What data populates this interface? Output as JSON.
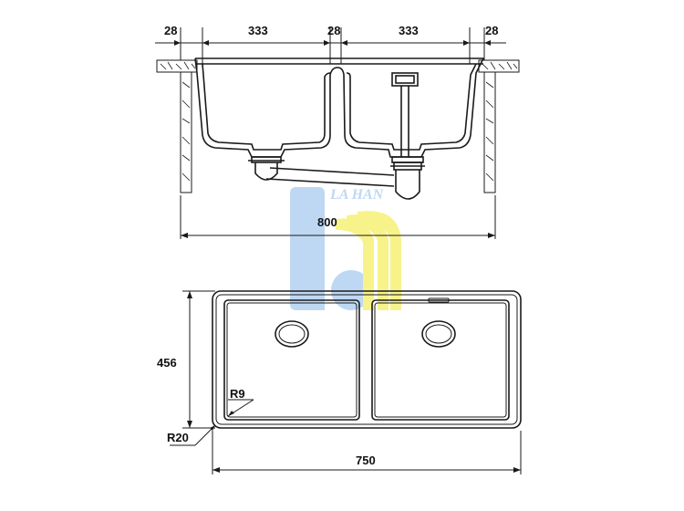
{
  "top_view": {
    "dimensions": {
      "rim_left": "28",
      "bowl_left": "333",
      "divider": "28",
      "bowl_right": "333",
      "rim_right": "28",
      "overall_width": "800"
    }
  },
  "plan_view": {
    "dimensions": {
      "depth": "456",
      "overall_length": "750",
      "corner_outer": "R20",
      "corner_inner": "R9"
    }
  },
  "watermark": {
    "text": "LA HAN",
    "colors": {
      "blue": "#b7d3f2",
      "yellow": "#f6f07a"
    }
  }
}
